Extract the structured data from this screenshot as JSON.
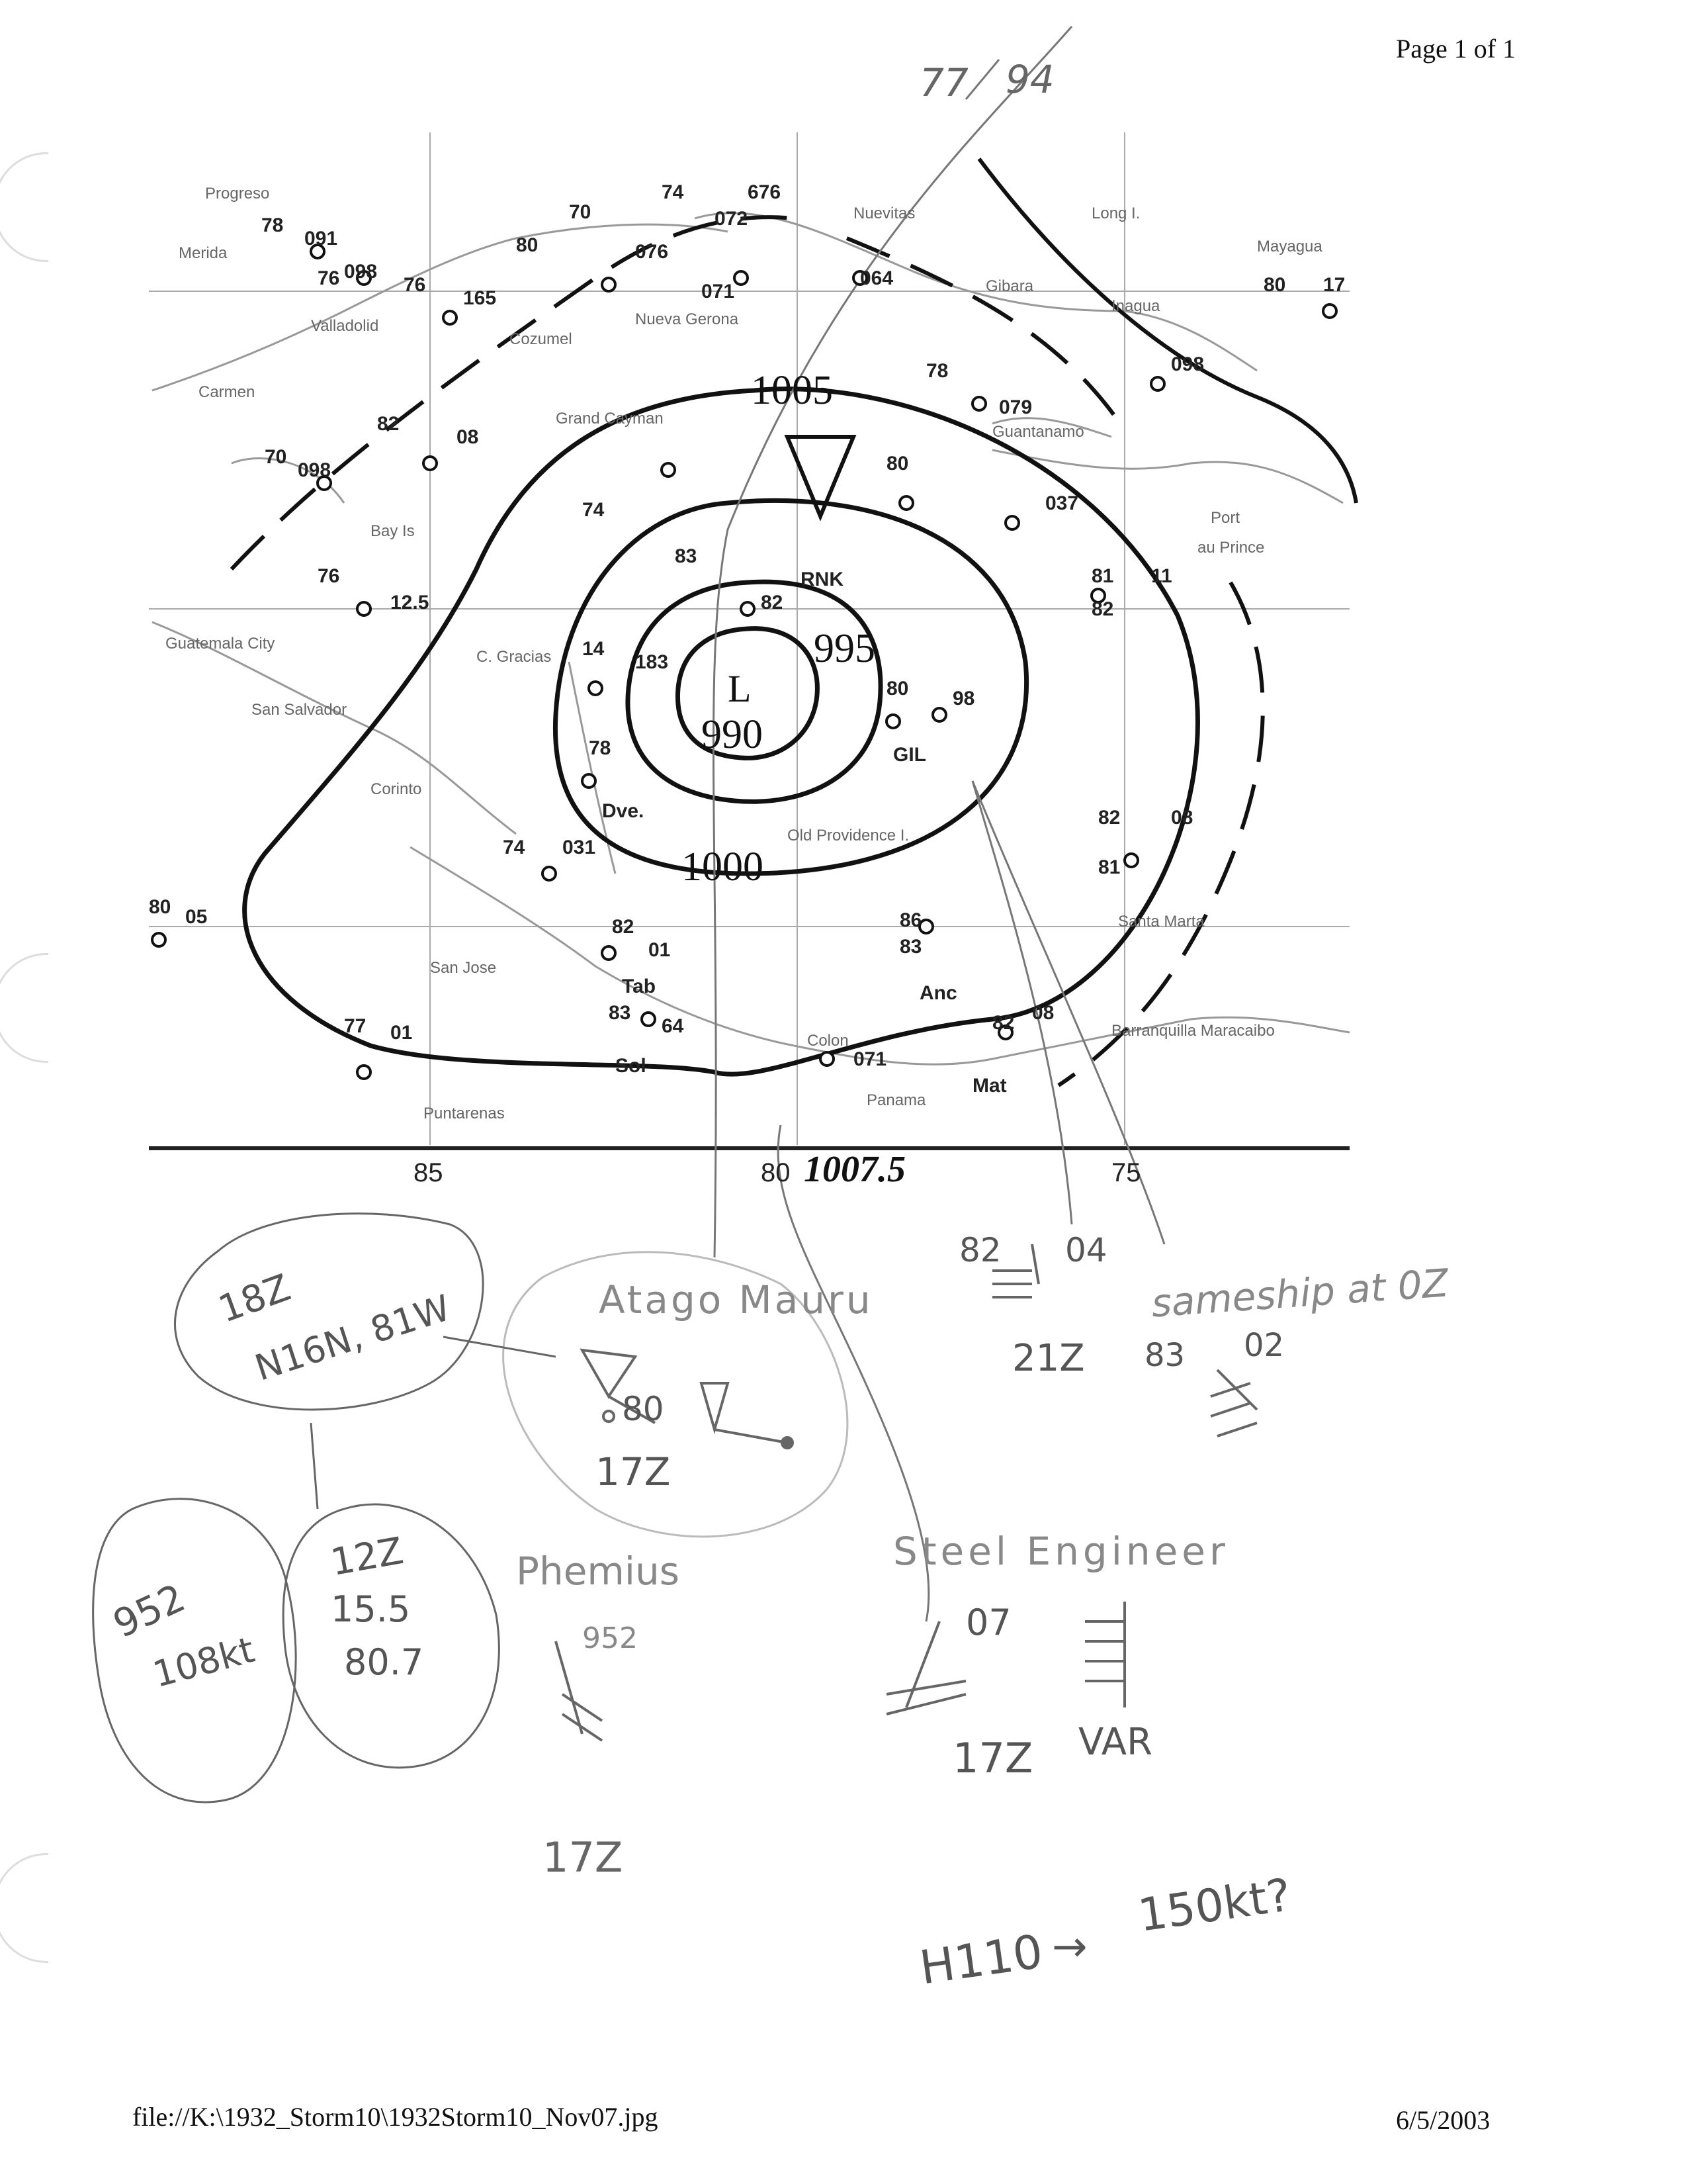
{
  "header": {
    "page_label": "Page 1 of 1"
  },
  "footer": {
    "file_path": "file://K:\\1932_Storm10\\1932Storm10_Nov07.jpg",
    "date": "6/5/2003"
  },
  "map": {
    "isobars": [
      "1005",
      "995",
      "990",
      "1000",
      "1007.5"
    ],
    "center_symbol": "L",
    "longitudes": [
      "85",
      "80",
      "75"
    ],
    "place_names": [
      "Nuevitas",
      "Long I.",
      "Mayagua",
      "Merida",
      "Valladolid",
      "Nueva Gerona",
      "Gibara",
      "Inagua",
      "Carmen",
      "Grand Cayman",
      "Guantanamo",
      "Bay Is",
      "Port",
      "au Prince",
      "Guatemala City",
      "C. Gracias",
      "San Salvador",
      "Corinto",
      "Old Providence I.",
      "San Jose",
      "Colon",
      "Panama",
      "Puntarenas",
      "Barranquilla Maracaibo",
      "Santa Marta",
      "Progreso",
      "Cozumel",
      "Long I."
    ],
    "station_ids": [
      "RNK",
      "GIL",
      "Dve.",
      "Tab",
      "Sol",
      "Anc",
      "Mat"
    ],
    "station_values": [
      "78",
      "091",
      "76",
      "098",
      "76",
      "165",
      "70",
      "74",
      "676",
      "80",
      "072",
      "076",
      "071",
      "064",
      "78",
      "079",
      "098",
      "80",
      "17",
      "82",
      "08",
      "70",
      "098",
      "76",
      "12.5",
      "74",
      "83",
      "80",
      "037",
      "81",
      "11",
      "82",
      "82",
      "14",
      "183",
      "78",
      "80",
      "98",
      "82",
      "08",
      "81",
      "74",
      "031",
      "82",
      "01",
      "83",
      "64",
      "86",
      "83",
      "071",
      "82",
      "08",
      "80",
      "05",
      "77",
      "01"
    ],
    "top_annotation": [
      "77",
      "94"
    ]
  },
  "notes": {
    "fix_18z": [
      "18Z",
      "N16N, 81W"
    ],
    "ship_atago": "Atago Mauru",
    "ship_atago_obs": [
      "80",
      "17Z"
    ],
    "obs_2": [
      "82",
      "04",
      "21Z"
    ],
    "same_ship": "sameship at 0Z",
    "same_ship_obs": [
      "83",
      "02"
    ],
    "fix_12z": [
      "12Z",
      "15.5",
      "80.7"
    ],
    "bubble_952": [
      "952",
      "108kt"
    ],
    "ship_phemius": "Phemius",
    "phemius_obs": [
      "952",
      "17Z"
    ],
    "ship_steel": "Steel Engineer",
    "steel_obs": [
      "07",
      "17Z",
      "VAR"
    ],
    "bottom_note": [
      "H110",
      "150kt?"
    ]
  },
  "colors": {
    "ink": "#111111",
    "map_gray": "#9a9a9a",
    "pencil": "#5a5a5a"
  }
}
